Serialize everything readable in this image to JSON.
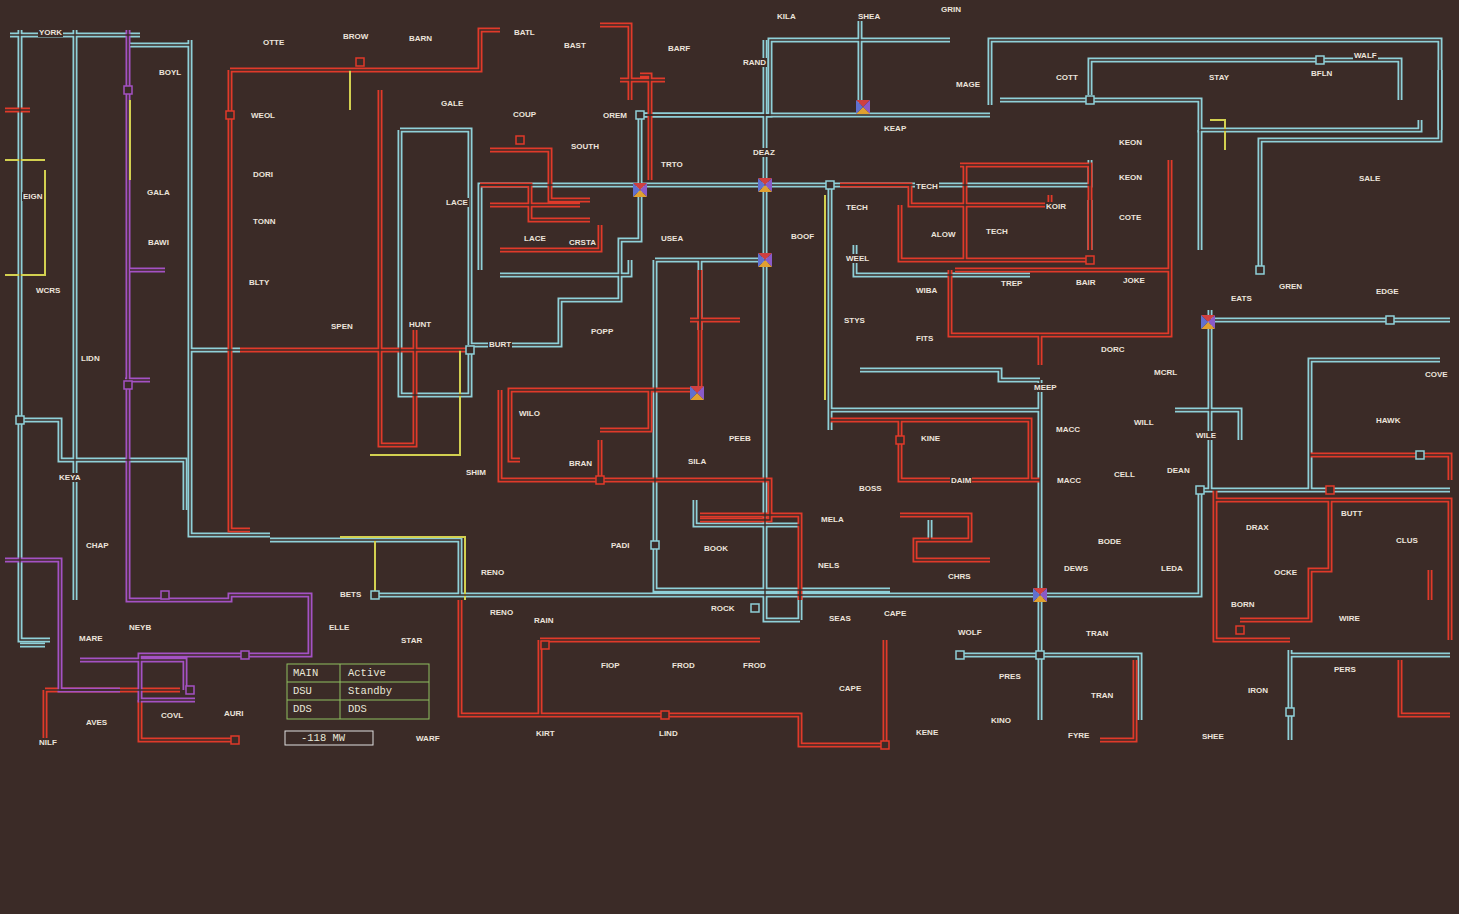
{
  "diagram": {
    "labels": [
      "YORK",
      "BOYL",
      "OTTE",
      "BROW",
      "BARN",
      "BATL",
      "BAST",
      "BARF",
      "RAND",
      "KILA",
      "SHEA",
      "GRIN",
      "MAGE",
      "KEAP",
      "COTT",
      "STAY",
      "BFLN",
      "WALF",
      "WEOL",
      "GALE",
      "COUP",
      "OREM",
      "SOUTH",
      "DEAZ",
      "DORI",
      "GALA",
      "EIGN",
      "TONN",
      "LACE",
      "LACE",
      "CRSTA",
      "TRTO",
      "USEA",
      "BOOF",
      "TECH",
      "TECH",
      "KEON",
      "KEON",
      "SALE",
      "BAWI",
      "ALOW",
      "TECH",
      "KOIR",
      "COTE",
      "WEEL",
      "BLTY",
      "WCRS",
      "TREP",
      "BAIR",
      "JOKE",
      "WIBA",
      "GREN",
      "EDGE",
      "EATS",
      "STYS",
      "SPEN",
      "HUNT",
      "POPP",
      "BURT",
      "FITS",
      "DORC",
      "LIDN",
      "MCRL",
      "MEEP",
      "COVE",
      "WILO",
      "HAWK",
      "WILL",
      "MACC",
      "PEEB",
      "KINE",
      "WILE",
      "SILA",
      "BRAN",
      "SHIM",
      "KEYA",
      "CELL",
      "DEAN",
      "MACC",
      "DAIM",
      "BOSS",
      "BUTT",
      "DRAX",
      "MELA",
      "BODE",
      "CLUS",
      "CHAP",
      "PADI",
      "BOOK",
      "NELS",
      "RENO",
      "DEWS",
      "LEDA",
      "OCKE",
      "CHRS",
      "BETS",
      "BORN",
      "ROCK",
      "RENO",
      "CAPE",
      "SEAS",
      "WIRE",
      "RAIN",
      "ELLE",
      "MARE",
      "NEYB",
      "WOLF",
      "TRAN",
      "STAR",
      "FIOP",
      "FROD",
      "FROD",
      "PERS",
      "PRES",
      "IRON",
      "CAPE",
      "TRAN",
      "COVL",
      "AURI",
      "AVES",
      "KINO",
      "KENE",
      "KIRT",
      "LIND",
      "FYRE",
      "SHEE",
      "WARF",
      "NILF",
      "MAIN",
      "Active",
      "DSU",
      "Standby",
      "DDS",
      "DDS",
      "-118 MW"
    ]
  }
}
